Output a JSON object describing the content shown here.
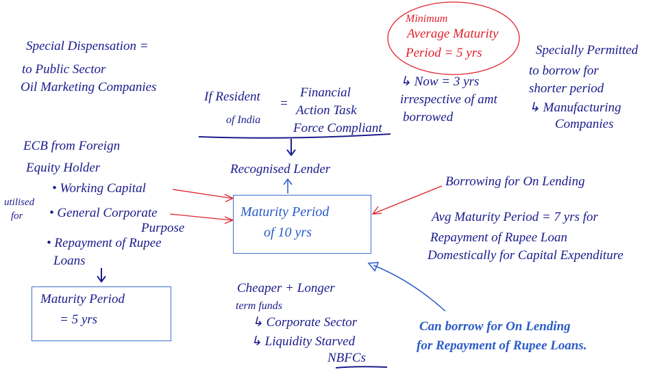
{
  "notes": {
    "special": [
      "Special Dispensation =",
      "to Public Sector",
      "Oil Marketing Companies"
    ],
    "resident": {
      "left": [
        "If Resident",
        "of India"
      ],
      "eq": "=",
      "right": [
        "Financial",
        "Action Task",
        "Force Compliant"
      ]
    },
    "recognised_lender": "Recognised Lender",
    "red_oval": [
      "Minimum",
      "Average Maturity",
      "Period = 5 yrs"
    ],
    "now": [
      "↳ Now = 3 yrs",
      "irrespective of amt",
      "borrowed"
    ],
    "specially": [
      "Specially Permitted",
      "to borrow for",
      "shorter period",
      "↳ Manufacturing",
      "Companies"
    ],
    "ecb": [
      "ECB from Foreign",
      "Equity Holder"
    ],
    "utilised": [
      "utilised",
      "for"
    ],
    "uses": [
      "• Working Capital",
      "• General Corporate",
      "Purpose",
      "• Repayment of Rupee",
      "Loans"
    ],
    "box_left": [
      "Maturity Period",
      "= 5 yrs"
    ],
    "box_center": [
      "Maturity Period",
      "of 10 yrs"
    ],
    "on_lending": "Borrowing for On Lending",
    "avg": [
      "Avg Maturity Period = 7 yrs for",
      "Repayment of Rupee Loan",
      "Domestically for Capital Expenditure"
    ],
    "cheaper": [
      "Cheaper + Longer",
      "term funds",
      "↳ Corporate Sector",
      "↳ Liquidity Starved",
      "NBFCs"
    ],
    "can_borrow": [
      "Can borrow for On Lending",
      "for Repayment of Rupee Loans."
    ]
  },
  "colors": {
    "ink": "#1a1a8c",
    "red": "#e0202a",
    "light_blue": "#2a5bc8"
  }
}
